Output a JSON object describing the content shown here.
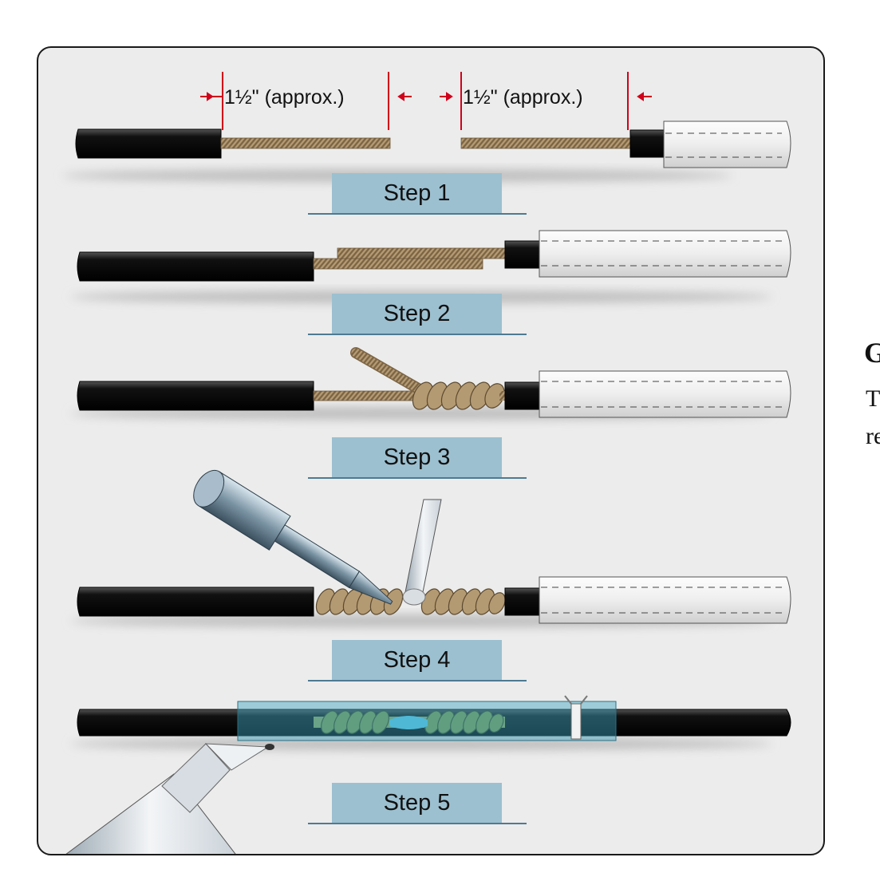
{
  "figure": {
    "dimension_labels": [
      "1½\" (approx.)",
      "1½\" (approx.)"
    ],
    "steps": [
      "Step 1",
      "Step 2",
      "Step 3",
      "Step 4",
      "Step 5"
    ]
  },
  "caption": {
    "title": "G",
    "text": "T\nre"
  }
}
